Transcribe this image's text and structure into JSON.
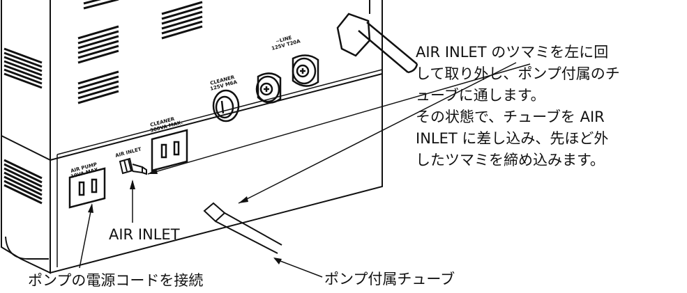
{
  "instructions": {
    "lines": [
      "AIR INLET のツマミを左に回",
      "して取り外し、ポンプ付属のチ",
      "ューブに通します。",
      "その状態で、チューブを AIR",
      "INLET に差し込み、先ほど外",
      "したツマミを締め込みます。"
    ]
  },
  "labels": {
    "air_inlet": "AIR INLET",
    "power_cord": "ポンプの電源コードを接続",
    "pump_tube": "ポンプ付属チューブ"
  },
  "panel": {
    "air_pump": "AIR PUMP",
    "air_pump_rating": "10VA MAX.",
    "air_inlet": "AIR INLET",
    "cleaner_outlet": "CLEANER",
    "cleaner_outlet_rating": "300VA MAX.",
    "cleaner_fuse": "CLEANER",
    "cleaner_fuse_rating": "125V M6A",
    "line": "~LINE",
    "line_rating": "125V T20A"
  }
}
